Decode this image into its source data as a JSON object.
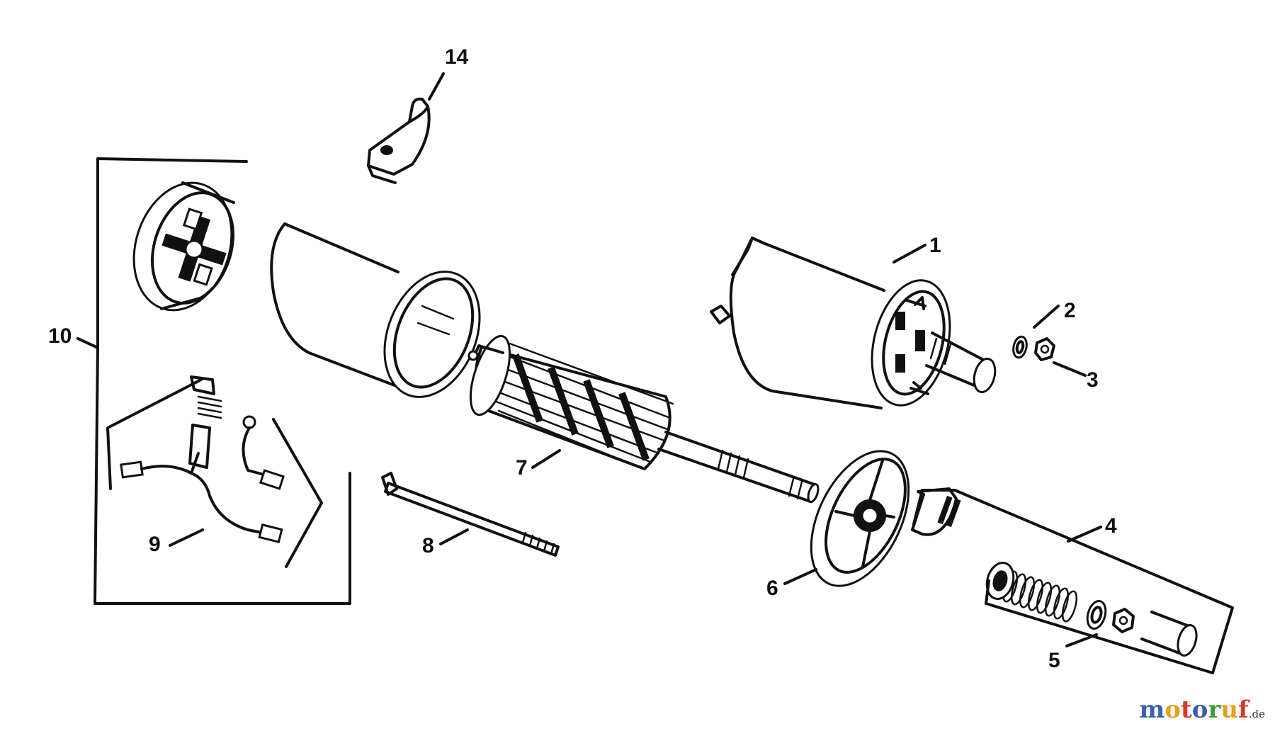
{
  "callouts": {
    "c1": "1",
    "c2": "2",
    "c3": "3",
    "c4": "4",
    "c5": "5",
    "c6": "6",
    "c7": "7",
    "c8": "8",
    "c9": "9",
    "c10": "10",
    "c14": "14"
  },
  "watermark": {
    "letters": [
      "m",
      "o",
      "t",
      "o",
      "r",
      "u",
      "f"
    ],
    "colors": [
      "#3a5fb0",
      "#e0a020",
      "#d63a2a",
      "#3a5fb0",
      "#3f9a3a",
      "#e0a020",
      "#d63a2a"
    ],
    "suffix": ".de"
  }
}
